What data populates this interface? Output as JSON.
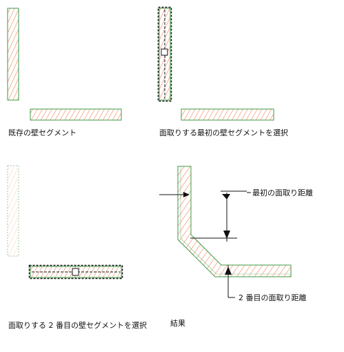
{
  "captions": {
    "panel1": "既存の壁セグメント",
    "panel2": "面取りする最初の壁セグメントを選択",
    "panel3": "面取りする 2 番目の壁セグメントを選択",
    "panel4": "結果"
  },
  "callouts": {
    "first_distance": "最初の面取り距離",
    "second_distance": "2 番目の面取り距離"
  },
  "colors": {
    "wall_outline": "#3c9a46",
    "hatch": "#ef6a3a",
    "leader": "#111111",
    "selection": "#111111"
  }
}
